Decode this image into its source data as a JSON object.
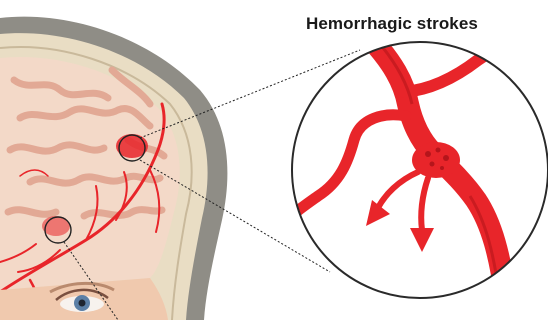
{
  "figure": {
    "title": "Hemorrhagic strokes"
  },
  "colors": {
    "artery": "#e8252a",
    "artery_dark": "#b5151b",
    "brain_tissue": "#f3d9c8",
    "brain_matter": "#eab9a4",
    "skull": "#e9ddc4",
    "scalp": "#8f8d86",
    "skin": "#f0c9ae",
    "iris": "#5b7fa6",
    "magnifier_border": "#2a2a2a",
    "title_text": "#1a1a1a"
  },
  "icons": {
    "blood_flow_arrows": "arrow-down-left",
    "magnifier": "circle-zoom"
  }
}
